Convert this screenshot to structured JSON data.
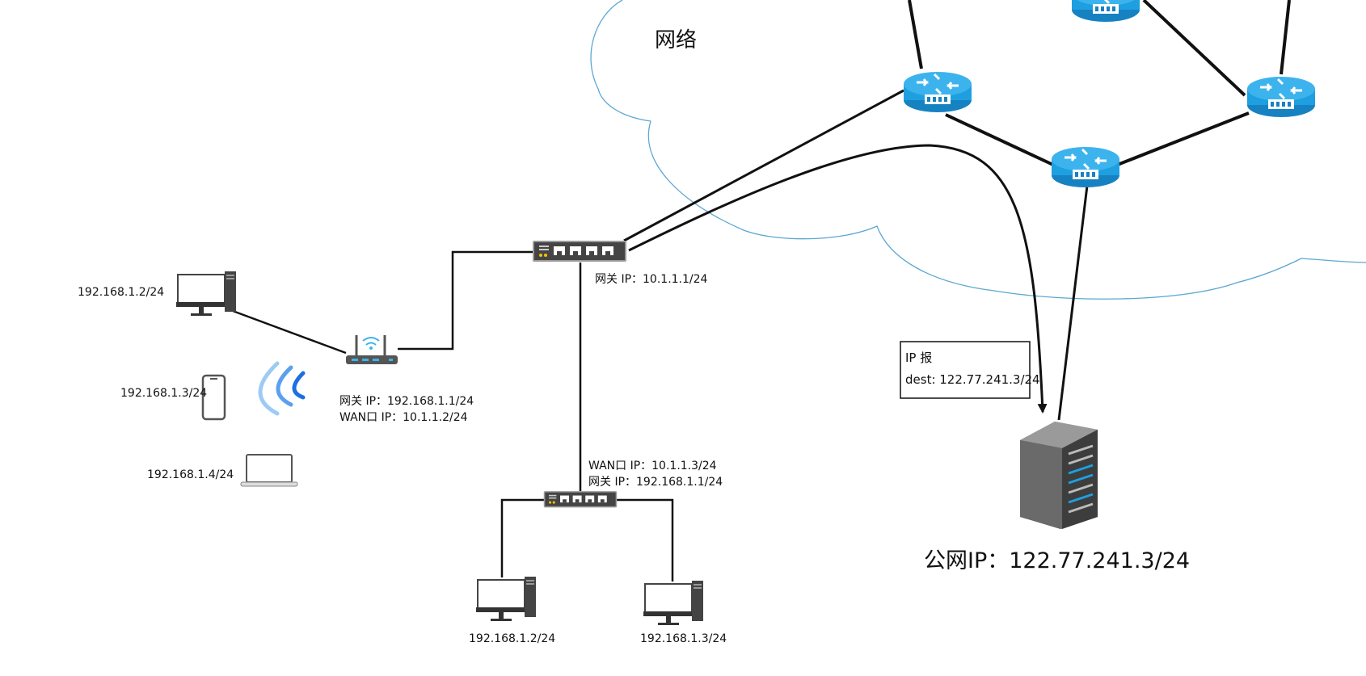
{
  "cloud": {
    "label": "网络"
  },
  "local_devices": {
    "pc1": "192.168.1.2/24",
    "phone": "192.168.1.3/24",
    "laptop": "192.168.1.4/24"
  },
  "wireless_router": {
    "gateway_ip": "网关 IP：192.168.1.1/24",
    "wan_ip": "WAN口 IP：10.1.1.2/24"
  },
  "main_switch": {
    "gateway_ip": "网关 IP：10.1.1.1/24"
  },
  "sub_router": {
    "wan_ip": "WAN口 IP：10.1.1.3/24",
    "gateway_ip": "网关 IP：192.168.1.1/24"
  },
  "sub_devices": {
    "pc_left": "192.168.1.2/24",
    "pc_right": "192.168.1.3/24"
  },
  "packet": {
    "title": "IP 报",
    "dest": "dest: 122.77.241.3/24"
  },
  "server": {
    "public_ip": "公网IP：122.77.241.3/24"
  },
  "colors": {
    "router_blue": "#1E9FE0",
    "cloud_stroke": "#5BA7D1",
    "line": "#111111"
  }
}
